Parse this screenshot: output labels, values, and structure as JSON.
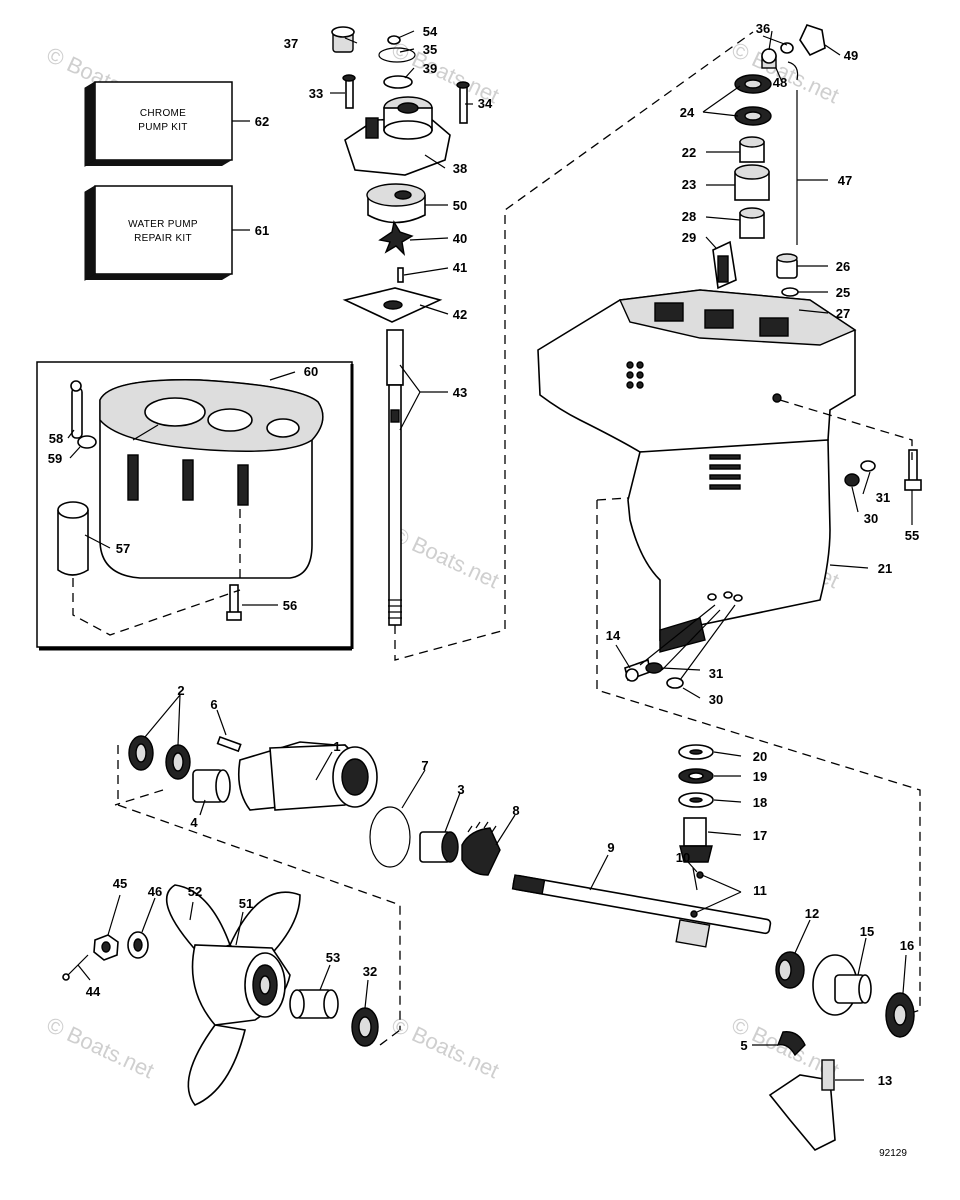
{
  "watermark": "© Boats.net",
  "figure_number": "92129",
  "kits": {
    "chrome_pump": {
      "line1": "CHROME",
      "line2": "PUMP KIT",
      "number": "62"
    },
    "water_pump": {
      "line1": "WATER PUMP",
      "line2": "REPAIR KIT",
      "number": "61"
    }
  },
  "callouts": {
    "c1": "1",
    "c2": "2",
    "c3": "3",
    "c4": "4",
    "c5": "5",
    "c6": "6",
    "c7": "7",
    "c8": "8",
    "c9": "9",
    "c10": "10",
    "c11": "11",
    "c12": "12",
    "c13": "13",
    "c14": "14",
    "c15": "15",
    "c16": "16",
    "c17": "17",
    "c18": "18",
    "c19": "19",
    "c20": "20",
    "c21": "21",
    "c22": "22",
    "c23": "23",
    "c24": "24",
    "c25": "25",
    "c26": "26",
    "c27": "27",
    "c28": "28",
    "c29": "29",
    "c30a": "30",
    "c30b": "30",
    "c31a": "31",
    "c31b": "31",
    "c32": "32",
    "c33": "33",
    "c34": "34",
    "c35": "35",
    "c36": "36",
    "c37": "37",
    "c38": "38",
    "c39": "39",
    "c40": "40",
    "c41": "41",
    "c42": "42",
    "c43": "43",
    "c44": "44",
    "c45": "45",
    "c46": "46",
    "c47": "47",
    "c48": "48",
    "c49": "49",
    "c50": "50",
    "c51": "51",
    "c52": "52",
    "c53": "53",
    "c54": "54",
    "c55": "55",
    "c56": "56",
    "c57": "57",
    "c58": "58",
    "c59": "59",
    "c60": "60"
  }
}
